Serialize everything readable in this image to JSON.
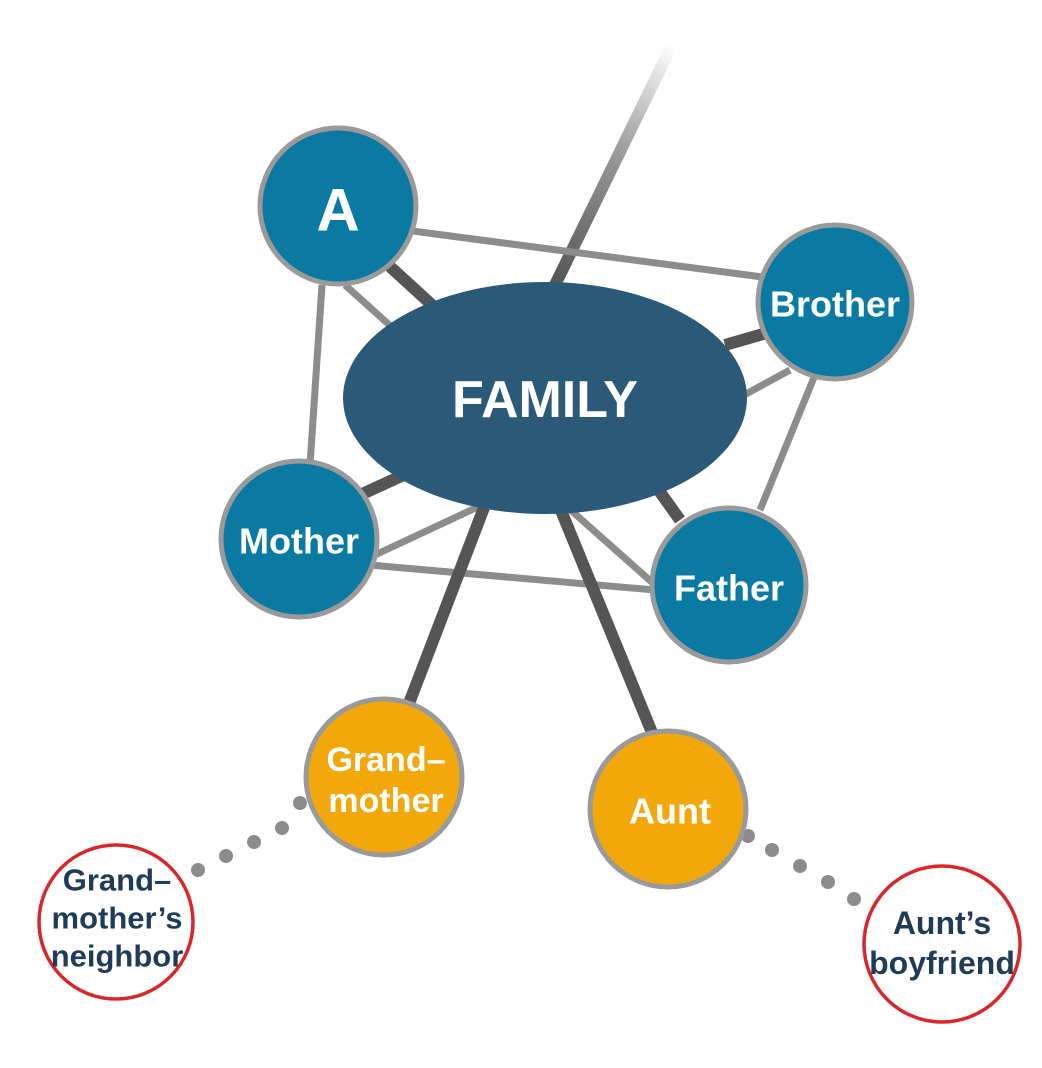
{
  "diagram": {
    "nodes": {
      "family": {
        "label": "FAMILY"
      },
      "a": {
        "label": "A"
      },
      "brother": {
        "label": "Brother"
      },
      "mother": {
        "label": "Mother"
      },
      "father": {
        "label": "Father"
      },
      "grandmother": {
        "line1": "Grand–",
        "line2": "mother"
      },
      "aunt": {
        "label": "Aunt"
      },
      "grandmother_neighbor": {
        "line1": "Grand–",
        "line2": "mother’s",
        "line3": "neighbor"
      },
      "aunt_boyfriend": {
        "line1": "Aunt’s",
        "line2": "boyfriend"
      }
    },
    "colors": {
      "family_fill": "#2b5a78",
      "core_fill": "#0a7aa3",
      "extended_fill": "#f2a80a",
      "outer_stroke": "#d9262b",
      "node_border": "#9a9a9a",
      "strong_tie": "#555555",
      "weak_tie": "#8c8c8c"
    }
  }
}
